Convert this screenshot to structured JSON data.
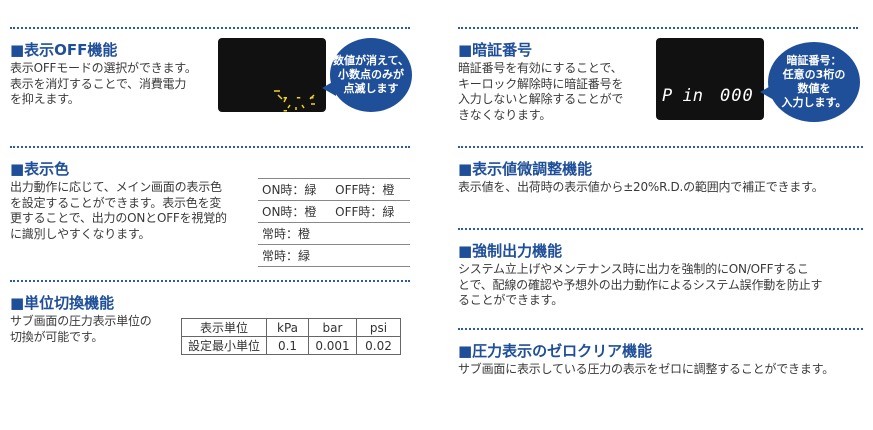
{
  "display_off": {
    "title": "■表示OFF機能",
    "body": "表示OFFモードの選択ができます。\n表示を消灯することで、消費電力\nを抑えます。",
    "callout": [
      "数値が消えて、",
      "小数点のみが",
      "点滅します"
    ],
    "lcd_text": "- - - -"
  },
  "display_color": {
    "title": "■表示色",
    "body": "出力動作に応じて、メイン画面の表示色\nを設定することができます。表示色を変\n更することで、出力のONとOFFを視覚的\nに識別しやすくなります。",
    "rows": [
      {
        "a": "ON時：緑",
        "b": "OFF時：橙"
      },
      {
        "a": "ON時：橙",
        "b": "OFF時：緑"
      },
      {
        "a": "常時：橙",
        "b": ""
      },
      {
        "a": "常時：緑",
        "b": ""
      }
    ]
  },
  "unit_switch": {
    "title": "■単位切換機能",
    "body": "サブ画面の圧力表示単位の\n切換が可能です。",
    "header": [
      "表示単位",
      "kPa",
      "bar",
      "psi"
    ],
    "row": [
      "設定最小単位",
      "0.1",
      "0.001",
      "0.02"
    ]
  },
  "pin": {
    "title": "■暗証番号",
    "body": "暗証番号を有効にすることで、\nキーロック解除時に暗証番号を\n入力しないと解除することがで\nきなくなります。",
    "lcd_left": "P in",
    "lcd_right": "000",
    "callout": [
      "暗証番号：",
      "任意の3桁の",
      "数値を",
      "入力します。"
    ]
  },
  "fine_adjust": {
    "title": "■表示値微調整機能",
    "body": "表示値を、出荷時の表示値から±20%R.D.の範囲内で補正できます。"
  },
  "forced_output": {
    "title": "■強制出力機能",
    "body": "システム立上げやメンテナンス時に出力を強制的にON/OFFするこ\nとで、配線の確認や予想外の出力動作によるシステム誤作動を防止す\nることができます。"
  },
  "zero_clear": {
    "title": "■圧力表示のゼロクリア機能",
    "body": "サブ画面に表示している圧力の表示をゼロに調整することができます。"
  },
  "colors": {
    "accent": "#1f4f98",
    "rule": "#2a5aa8",
    "lcd_bg": "#111111",
    "lcd_glow": "#f2d21a"
  }
}
